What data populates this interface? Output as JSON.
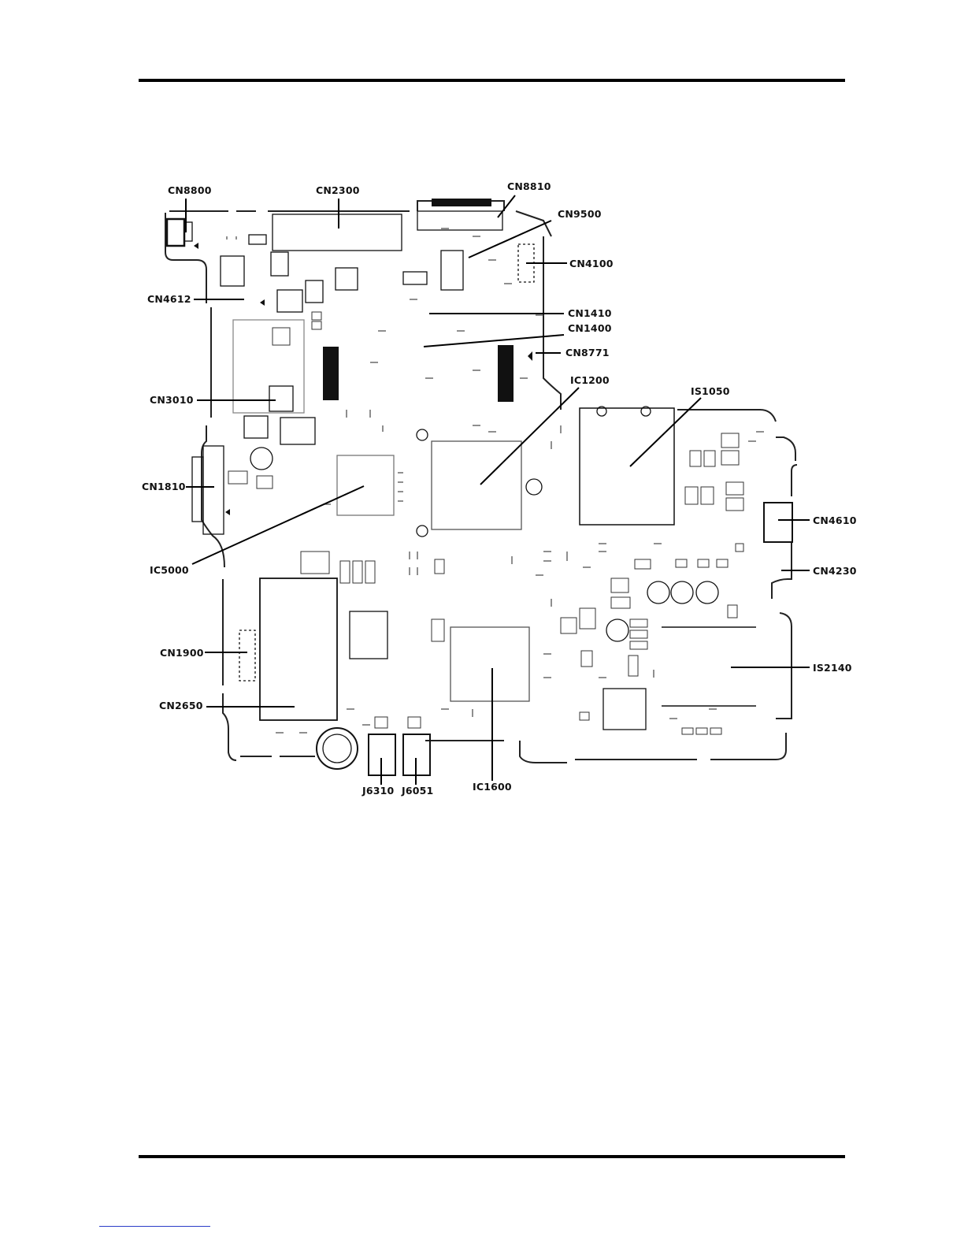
{
  "diagram": {
    "labels": [
      {
        "id": "cn8800",
        "text": "CN8800"
      },
      {
        "id": "cn2300",
        "text": "CN2300"
      },
      {
        "id": "cn8810",
        "text": "CN8810"
      },
      {
        "id": "cn9500",
        "text": "CN9500"
      },
      {
        "id": "cn4100",
        "text": "CN4100"
      },
      {
        "id": "cn4612",
        "text": "CN4612"
      },
      {
        "id": "cn1410",
        "text": "CN1410"
      },
      {
        "id": "cn1400",
        "text": "CN1400"
      },
      {
        "id": "cn8771",
        "text": "CN8771"
      },
      {
        "id": "ic1200",
        "text": "IC1200"
      },
      {
        "id": "is1050",
        "text": "IS1050"
      },
      {
        "id": "cn3010",
        "text": "CN3010"
      },
      {
        "id": "cn1810",
        "text": "CN1810"
      },
      {
        "id": "cn4610",
        "text": "CN4610"
      },
      {
        "id": "ic5000",
        "text": "IC5000"
      },
      {
        "id": "cn4230",
        "text": "CN4230"
      },
      {
        "id": "cn1900",
        "text": "CN1900"
      },
      {
        "id": "is2140",
        "text": "IS2140"
      },
      {
        "id": "cn2650",
        "text": "CN2650"
      },
      {
        "id": "j6310",
        "text": "J6310"
      },
      {
        "id": "j6051",
        "text": "J6051"
      },
      {
        "id": "ic1600",
        "text": "IC1600"
      }
    ]
  }
}
